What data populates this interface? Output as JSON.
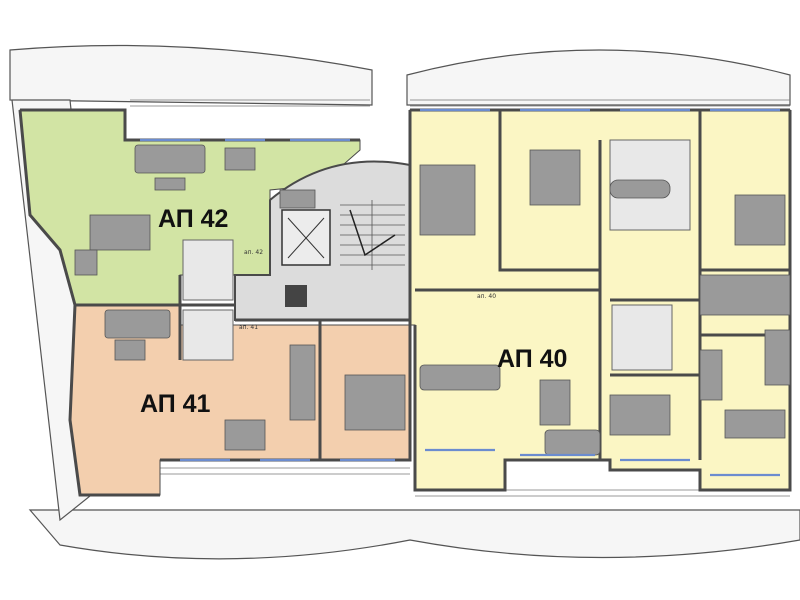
{
  "apartments": [
    {
      "id": "apt42",
      "label": "АП 42",
      "color": "#d2e4a4"
    },
    {
      "id": "apt41",
      "label": "АП 41",
      "color": "#f3cfae"
    },
    {
      "id": "apt40",
      "label": "АП 40",
      "color": "#fbf6c4"
    }
  ],
  "door_tags": {
    "apt42": "ап. 42",
    "apt41": "ап. 41",
    "apt40": "ап. 40"
  },
  "colors": {
    "wall": "#4a4a4a",
    "core": "#dcdcdc",
    "terrace": "#f4f4f4",
    "furniture": "#9a9a9a",
    "bathroom_tile": "#e6e6e6"
  }
}
